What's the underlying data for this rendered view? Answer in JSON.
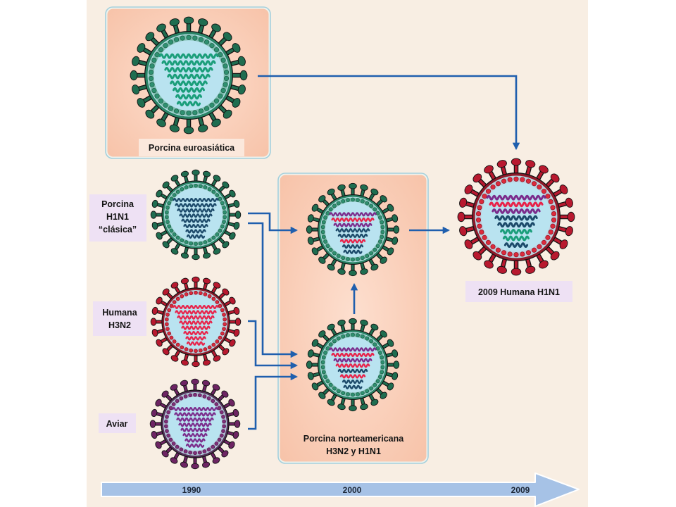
{
  "colors": {
    "page": "#ffffff",
    "background": "#f8eee3",
    "panel_border": "#a5d0dc",
    "panel_fill_center": "#fddfcf",
    "panel_fill_edge": "#f7c3a9",
    "label_fill": "#eee1f4",
    "label_fill_panel": "#fbe8dc",
    "arrow": "#1f5fae",
    "timeline": "#a6c2e6",
    "core": "#b9e3f0",
    "rna": {
      "green": "#1a9e7a",
      "navy": "#1c4a6a",
      "red": "#e8234a",
      "purple": "#7b2c8c"
    },
    "envelope": {
      "green": {
        "spike": "#1f6d50",
        "ring": "#2a8466",
        "bead": "#2f9070",
        "bead_stroke": "#17553f",
        "bead_bg": "#7fbfb0"
      },
      "red": {
        "spike": "#b8192f",
        "ring": "#8e1a2a",
        "bead": "#dc2a3c",
        "bead_stroke": "#7a0f1c",
        "bead_bg": "#c4c9d9"
      },
      "purple": {
        "spike": "#6d2463",
        "ring": "#553059",
        "bead": "#7f2f78",
        "bead_stroke": "#4a1746",
        "bead_bg": "#b2b3cf"
      }
    }
  },
  "viruses": [
    {
      "id": "euroasian-swine",
      "label": "Porcina euroasiática",
      "envelope": "green",
      "rna": [
        "green",
        "green",
        "green",
        "green",
        "green",
        "green",
        "green",
        "green"
      ]
    },
    {
      "id": "classic-swine-h1n1",
      "label_lines": [
        "Porcina",
        "H1N1",
        "“clásica”"
      ],
      "envelope": "green",
      "rna": [
        "navy",
        "navy",
        "navy",
        "navy",
        "navy",
        "navy",
        "navy",
        "navy"
      ]
    },
    {
      "id": "human-h3n2",
      "label_lines": [
        "Humana",
        "H3N2"
      ],
      "envelope": "red",
      "rna": [
        "red",
        "red",
        "red",
        "red",
        "red",
        "red",
        "red",
        "red"
      ]
    },
    {
      "id": "avian",
      "label_lines": [
        "Aviar"
      ],
      "envelope": "purple",
      "rna": [
        "purple",
        "purple",
        "purple",
        "purple",
        "purple",
        "purple",
        "purple",
        "purple"
      ]
    },
    {
      "id": "north-american-swine-later",
      "envelope": "green",
      "rna": [
        "purple",
        "red",
        "purple",
        "navy",
        "navy",
        "red",
        "navy",
        "navy"
      ]
    },
    {
      "id": "north-american-swine-triple",
      "envelope": "green",
      "rna": [
        "purple",
        "red",
        "purple",
        "red",
        "navy",
        "red",
        "navy",
        "navy"
      ]
    },
    {
      "id": "human-2009-h1n1",
      "label": "2009 Humana H1N1",
      "envelope": "red",
      "rna": [
        "purple",
        "red",
        "purple",
        "navy",
        "navy",
        "green",
        "green",
        "navy"
      ]
    }
  ],
  "panels": {
    "euroasian": {
      "label": "Porcina euroasiática"
    },
    "north_american": {
      "label_lines": [
        "Porcina norteamericana",
        "H3N2 y H1N1"
      ]
    }
  },
  "flows": [
    {
      "from": "euroasian-swine",
      "to": "human-2009-h1n1"
    },
    {
      "from": "classic-swine-h1n1",
      "to": "north-american-swine-later"
    },
    {
      "from": "classic-swine-h1n1",
      "to": "north-american-swine-triple"
    },
    {
      "from": "human-h3n2",
      "to": "north-american-swine-triple"
    },
    {
      "from": "avian",
      "to": "north-american-swine-triple"
    },
    {
      "from": "north-american-swine-triple",
      "to": "north-american-swine-later"
    },
    {
      "from": "north-american-swine-later",
      "to": "human-2009-h1n1"
    }
  ],
  "timeline": {
    "years": [
      "1990",
      "2000",
      "2009"
    ]
  }
}
